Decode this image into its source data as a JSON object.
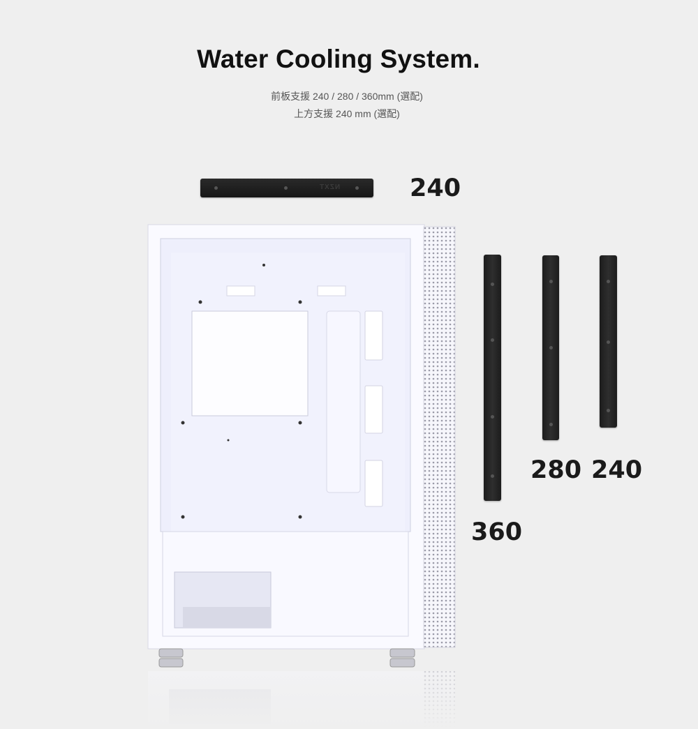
{
  "header": {
    "title": "Water Cooling System.",
    "subtitle_lines": [
      "前板支援 240 / 280 / 360mm (選配)",
      "上方支援 240 mm (選配)"
    ]
  },
  "radiators": {
    "top": {
      "label": "240",
      "orientation": "horizontal"
    },
    "front": [
      {
        "label": "360"
      },
      {
        "label": "280"
      },
      {
        "label": "240"
      }
    ],
    "logo_text": "NZXT"
  },
  "colors": {
    "background": "#efefef",
    "radiator": "#1e1e1e",
    "case": "#f4f5ff"
  }
}
